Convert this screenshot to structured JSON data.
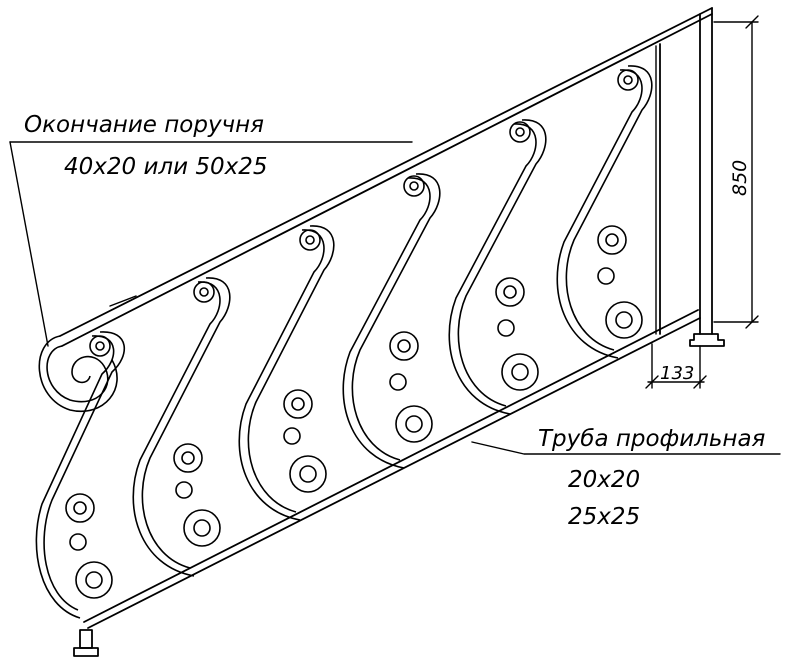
{
  "labels": {
    "handrail_end_title": "Окончание поручня",
    "handrail_end_sizes": "40x20 или 50x25",
    "profile_pipe_title": "Труба профильная",
    "profile_pipe_size_1": "20x20",
    "profile_pipe_size_2": "25x25"
  },
  "dimensions": {
    "height": "850",
    "offset": "133"
  },
  "colors": {
    "line": "#000000",
    "background": "#ffffff"
  }
}
